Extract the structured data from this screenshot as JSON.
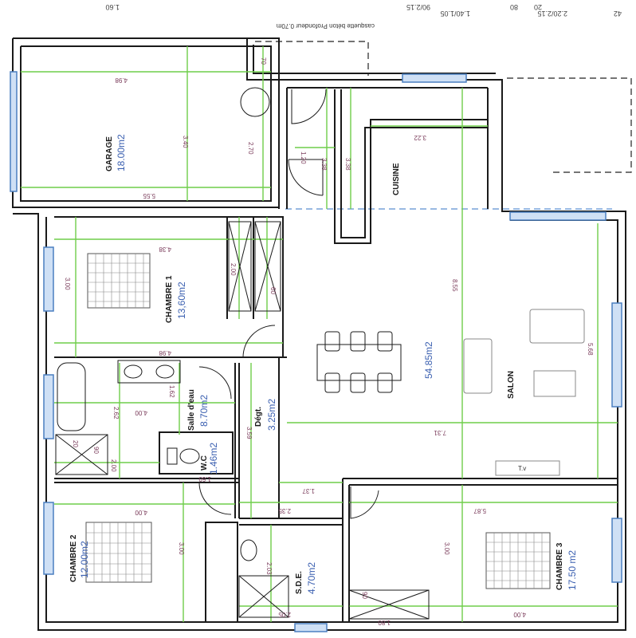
{
  "note": "casquette béton Profondeur 0.70m",
  "top_dimensions": [
    "42",
    "2.20/2.15",
    "20",
    "80",
    "1.40/1.05",
    "90/2.15",
    "1.60"
  ],
  "rooms": {
    "garage": {
      "name": "GARAGE",
      "area": "18.00m2"
    },
    "cuisine": {
      "name": "CUISINE"
    },
    "chambre1": {
      "name": "CHAMBRE 1",
      "area": "13,60m2"
    },
    "salon": {
      "name": "SALON",
      "area": "54.85m2"
    },
    "salle_eau": {
      "name": "Salle d'eau",
      "area": "8.70m2"
    },
    "degt": {
      "name": "Dégt.",
      "area": "3.25m2"
    },
    "wc": {
      "name": "W.C",
      "area": "1.46m2"
    },
    "chambre2": {
      "name": "CHAMBRE 2",
      "area": "12.00m2"
    },
    "sde": {
      "name": "S.D.E.",
      "area": "4.70m2"
    },
    "chambre3": {
      "name": "CHAMBRE 3",
      "area": "17.50 m2"
    }
  },
  "dimensions": {
    "garage_w": "4.98",
    "garage_h1": "3.40",
    "garage_h2": "2.70",
    "garage_w2": "5.55",
    "garage_door": "70",
    "entry_a": "1.20",
    "entry_b": "3.38",
    "entry_c": "3.38",
    "cuisine_w": "3.22",
    "ch1_w": "4.38",
    "ch1_h": "3.00",
    "closet_h": "2.00",
    "closet_b": "60",
    "ch1_w2": "4.98",
    "salon_h": "8.55",
    "salon_h2": "5.68",
    "salon_w": "7.31",
    "bath_w": "4.00",
    "bath_h": "2.62",
    "bath_h2": "1.62",
    "shower": "90",
    "tub": "20",
    "bath_b": "2.00",
    "degt_h": "3.59",
    "wc_w": "1.60",
    "hall_a": "1.37",
    "hall_b": "2.35",
    "ch2_w": "4.00",
    "ch2_h": "3.00",
    "sde_a": "2.03",
    "sde_b": "2.05",
    "ch3_w": "5.87",
    "ch3_h": "3.00",
    "ch3_w2": "4.00",
    "closet3_a": "90",
    "closet3_b": "1.80"
  },
  "furniture": {
    "tv": "T.v"
  }
}
